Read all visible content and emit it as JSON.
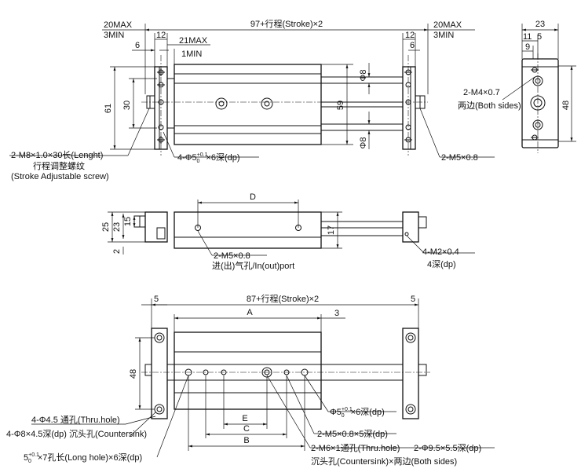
{
  "top_view": {
    "stroke_total": "97+行程(Stroke)×2",
    "max_left": "20MAX",
    "min_left": "3MIN",
    "max_right": "20MAX",
    "min_right": "3MIN",
    "dim_12_left": "12",
    "dim_6_left": "6",
    "dim_12_right": "12",
    "dim_6_right": "6",
    "max_21": "21MAX",
    "min_1": "1MIN",
    "dim_61": "61",
    "dim_30": "30",
    "dim_59": "59",
    "dia_top": "Φ8",
    "dia_bottom": "Φ8",
    "screw_spec": "2-M8×1.0×30长(Lenght)",
    "screw_cn": "行程调整螺纹",
    "screw_en": "(Stroke Adjustable screw)",
    "hole_spec": "4-Φ5",
    "hole_tol_up": "+0.1",
    "hole_tol_dn": "0",
    "hole_depth": "×6深(dp)",
    "port_right": "2-M5×0.8"
  },
  "side_view": {
    "dim_23": "23",
    "dim_11": "11",
    "dim_5": "5",
    "dim_9": "9",
    "dim_48": "48",
    "thread_spec": "2-M4×0.7",
    "both_sides": "两边(Both sides)"
  },
  "mid_view": {
    "label_d": "D",
    "dim_25": "25",
    "dim_23": "23",
    "dim_15": "15",
    "dim_2": "2",
    "dim_17": "17",
    "port_spec": "2-M5×0.8",
    "port_note": "进(出)气孔/In(out)port",
    "m2_spec": "4-M2×0.4",
    "m2_depth": "4深(dp)"
  },
  "bottom_view": {
    "dim_5_left": "5",
    "stroke_total": "87+行程(Stroke)×2",
    "dim_5_right": "5",
    "label_a": "A",
    "dim_3": "3",
    "dim_48": "48",
    "label_e": "E",
    "label_c": "C",
    "label_b": "B",
    "thru_hole": "4-Φ4.5 通孔(Thru.hole)",
    "countersink": "4-Φ8×4.5深(dp) 沉头孔(Countersink)",
    "long_hole_base": "5",
    "long_hole_tol_up": "+0.1",
    "long_hole_tol_dn": "0",
    "long_hole_rest": "×7孔长(Long hole)×6深(dp)",
    "dowel_spec": "Φ5",
    "dowel_tol_up": "+0.1",
    "dowel_tol_dn": "0",
    "dowel_depth": "×6深(dp)",
    "m5_depth": "2-M5×0.8×5深(dp)",
    "m6_thru": "2-M6×1通孔(Thru.hole)",
    "m6_cs": "2-Φ9.5×5.5深(dp)",
    "m6_cs_note": "沉头孔(Countersink)×两边(Both sides)"
  }
}
